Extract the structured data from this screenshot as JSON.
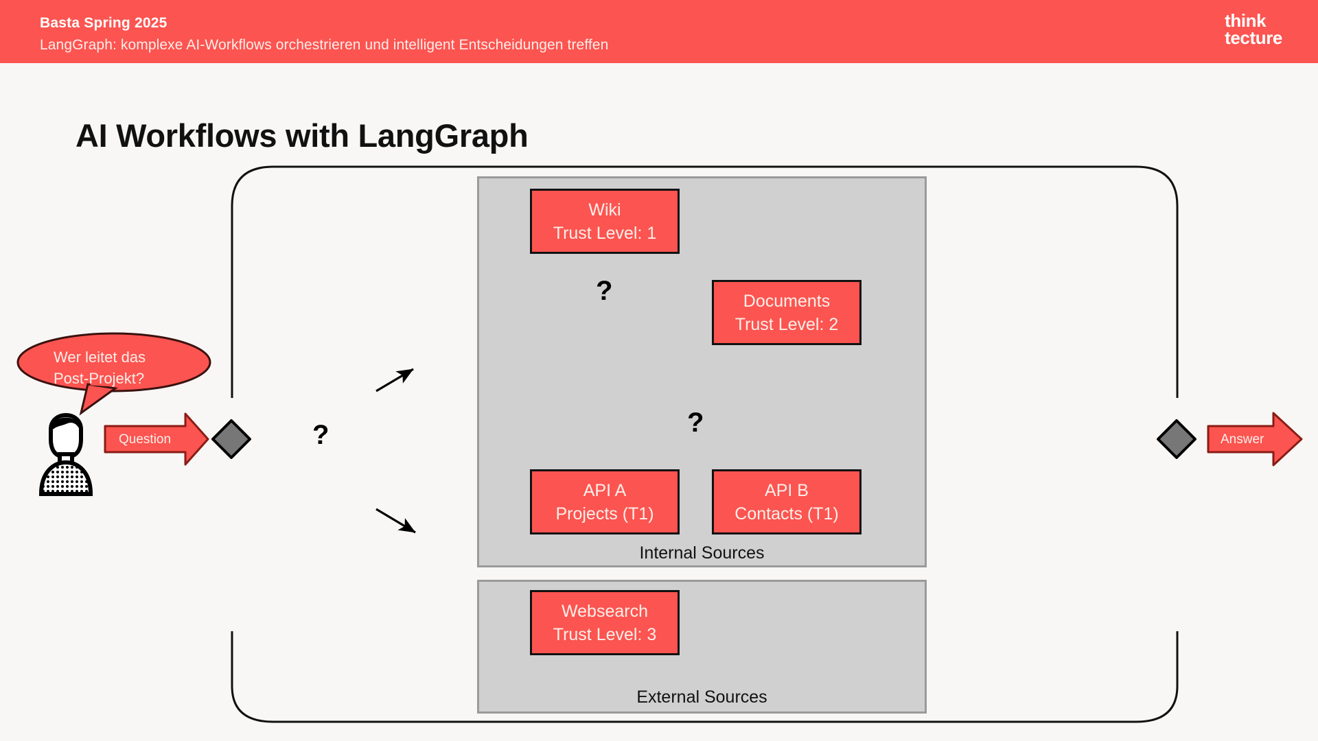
{
  "header": {
    "title": "Basta Spring 2025",
    "subtitle": "LangGraph: komplexe AI-Workflows orchestrieren und intelligent Entscheidungen treffen",
    "logo_line1": "think",
    "logo_line2": "tecture",
    "bg_color": "#FC5450"
  },
  "slide": {
    "title": "AI Workflows with LangGraph",
    "background": "#F8F7F5",
    "accent_color": "#FC5450",
    "panel_color": "#D0D0D0"
  },
  "user": {
    "bubble_line1": "Wer leitet das",
    "bubble_line2": "Post-Projekt?",
    "avatar_icon": "person-icon"
  },
  "flow": {
    "input_arrow_label": "Question",
    "output_arrow_label": "Answer",
    "decision_left_icon": "diamond-icon",
    "decision_right_icon": "diamond-icon",
    "question_marks": [
      "?",
      "?",
      "?",
      "?"
    ]
  },
  "groups": [
    {
      "id": "internal",
      "label": "Internal Sources",
      "sources": [
        {
          "id": "wiki",
          "name": "Wiki",
          "detail": "Trust Level: 1",
          "icon": "database-icon"
        },
        {
          "id": "documents",
          "name": "Documents",
          "detail": "Trust Level: 2",
          "icon": "globe-cursor-icon"
        },
        {
          "id": "api-a",
          "name": "API A",
          "detail": "Projects (T1)",
          "icon": ""
        },
        {
          "id": "api-b",
          "name": "API B",
          "detail": "Contacts (T1)",
          "icon": ""
        }
      ]
    },
    {
      "id": "external",
      "label": "External Sources",
      "sources": [
        {
          "id": "websearch",
          "name": "Websearch",
          "detail": "Trust Level: 3",
          "icon": "globe-cursor-icon"
        }
      ]
    }
  ]
}
